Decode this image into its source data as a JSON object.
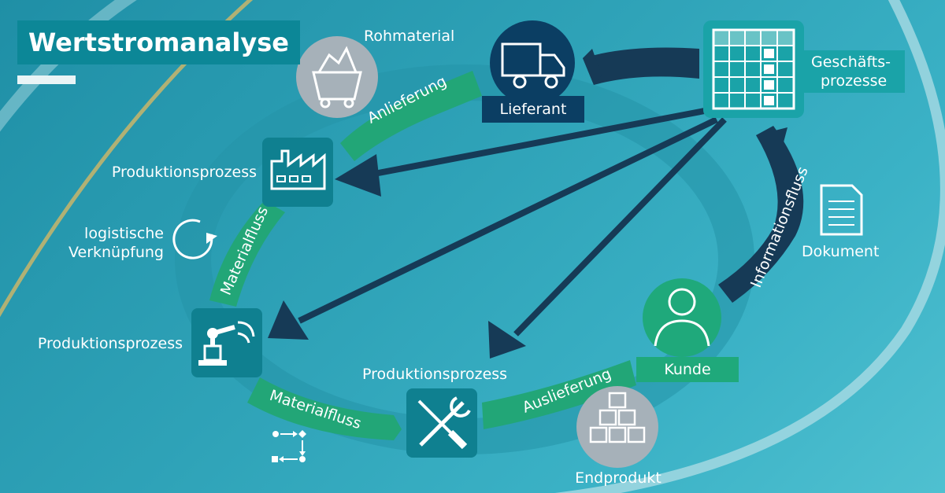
{
  "title": "Wertstromanalyse",
  "labels": {
    "rohmaterial": "Rohmaterial",
    "lieferant": "Lieferant",
    "geschaefts_line1": "Geschäfts-",
    "geschaefts_line2": "prozesse",
    "produktion_factory": "Produktionsprozess",
    "produktion_robot": "Produktionsprozess",
    "produktion_tools": "Produktionsprozess",
    "logistik_line1": "logistische",
    "logistik_line2": "Verknüpfung",
    "dokument": "Dokument",
    "kunde": "Kunde",
    "endprodukt": "Endprodukt"
  },
  "arc_labels": {
    "anlieferung": "Anlieferung",
    "materialfluss_upper": "Materialfluss",
    "materialfluss_lower": "Materialfluss",
    "auslieferung": "Auslieferung",
    "informationsfluss": "Informationsfluss"
  },
  "icons": {
    "raw_material": "mine-cart-icon",
    "supplier": "truck-icon",
    "business_processes": "spreadsheet-icon",
    "factory": "factory-icon",
    "robot": "robot-arm-icon",
    "tools": "wrench-screwdriver-icon",
    "customer": "person-icon",
    "end_product": "boxes-icon",
    "document": "document-icon",
    "cycle": "cycle-arrow-icon",
    "flow": "flow-diagram-icon"
  },
  "colors": {
    "background": "#2aa0b5",
    "title_box": "#0c8797",
    "dark_navy": "#163a56",
    "green": "#23a776",
    "tile_teal": "#0f8090",
    "gray_circle": "#a4b0b8",
    "customer_green": "#1fa97b"
  }
}
